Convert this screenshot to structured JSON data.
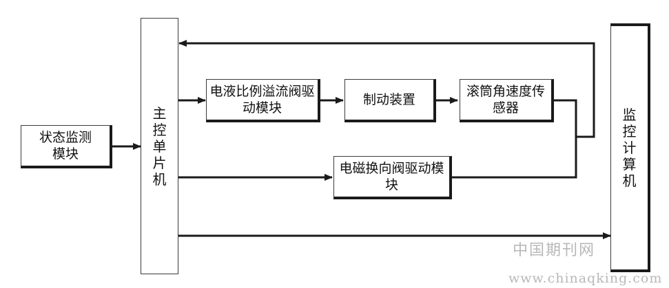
{
  "blocks": {
    "state_monitor": "状态监测模块",
    "main_mcu": "主控单片机",
    "proportional_valve_driver": "电液比例溢流阀驱动模块",
    "brake_device": "制动装置",
    "drum_speed_sensor": "滚筒角速度传感器",
    "solenoid_valve_driver": "电磁换向阀驱动模块",
    "monitor_computer": "监控计算机"
  },
  "watermark": {
    "site_cn": "中国期刊网",
    "url": "www.chinaqking.com"
  },
  "colors": {
    "line": "#1a1a1a",
    "border": "#3a3a3a",
    "watermark": "#b8b8b8"
  }
}
